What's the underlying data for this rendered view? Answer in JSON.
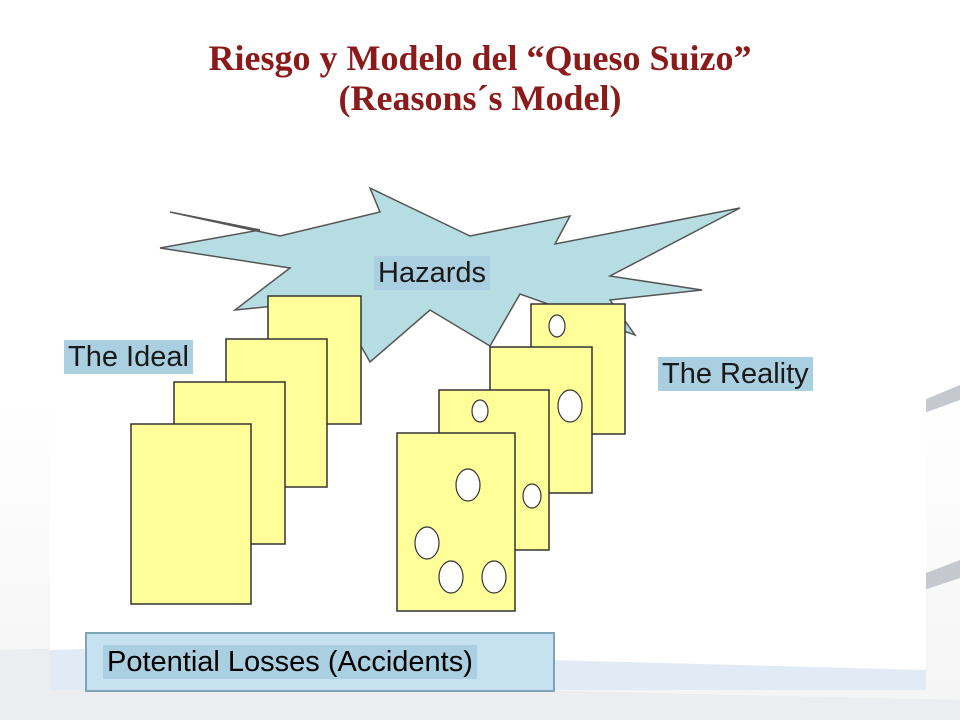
{
  "slide": {
    "title_line1": "Riesgo y Modelo del “Queso Suizo”",
    "title_line2": "(Reasons´s  Model)"
  },
  "diagram": {
    "hazards_label": "Hazards",
    "ideal_label": "The Ideal",
    "reality_label": "The Reality",
    "losses_label": "Potential Losses (Accidents)"
  },
  "colors": {
    "title": "#8B1A1A",
    "slice_fill": "#ffff99",
    "hazard_fill": "#b5dde2",
    "label_bg": "#a9cfe0"
  }
}
